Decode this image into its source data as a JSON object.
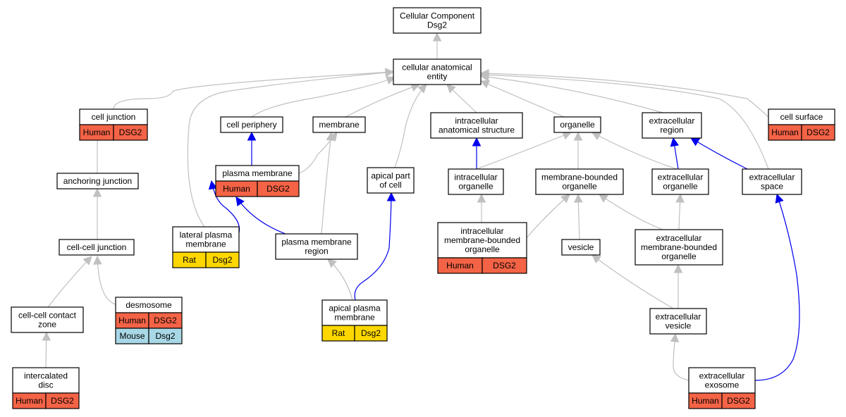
{
  "colors": {
    "gray_edge": "#c0c0c0",
    "blue_edge": "#0000ee",
    "human": "#f46346",
    "rat": "#ffd700",
    "mouse": "#a8d8e6"
  },
  "nodes": {
    "root": {
      "lines": [
        "Cellular Component",
        "Dsg2"
      ]
    },
    "cae": {
      "lines": [
        "cellular anatomical",
        "entity"
      ]
    },
    "cell_junction": {
      "lines": [
        "cell junction"
      ],
      "rows": [
        [
          "Human",
          "DSG2"
        ]
      ]
    },
    "cell_periphery": {
      "lines": [
        "cell periphery"
      ]
    },
    "membrane": {
      "lines": [
        "membrane"
      ]
    },
    "ias": {
      "lines": [
        "intracellular",
        "anatomical structure"
      ]
    },
    "organelle": {
      "lines": [
        "organelle"
      ]
    },
    "ec_region": {
      "lines": [
        "extracellular",
        "region"
      ]
    },
    "cell_surface": {
      "lines": [
        "cell surface"
      ],
      "rows": [
        [
          "Human",
          "DSG2"
        ]
      ]
    },
    "anchoring": {
      "lines": [
        "anchoring junction"
      ]
    },
    "plasma_membrane": {
      "lines": [
        "plasma membrane"
      ],
      "rows": [
        [
          "Human",
          "DSG2"
        ]
      ]
    },
    "apical_part": {
      "lines": [
        "apical part",
        "of cell"
      ]
    },
    "ic_organelle": {
      "lines": [
        "intracellular",
        "organelle"
      ]
    },
    "mb_organelle": {
      "lines": [
        "membrane-bounded",
        "organelle"
      ]
    },
    "ec_organelle": {
      "lines": [
        "extracellular",
        "organelle"
      ]
    },
    "ec_space": {
      "lines": [
        "extracellular",
        "space"
      ]
    },
    "lateral_pm": {
      "lines": [
        "lateral plasma",
        "membrane"
      ],
      "rows": [
        [
          "Rat",
          "Dsg2"
        ]
      ]
    },
    "pm_region": {
      "lines": [
        "plasma membrane",
        "region"
      ]
    },
    "ic_mb_organelle": {
      "lines": [
        "intracellular",
        "membrane-bounded",
        "organelle"
      ],
      "rows": [
        [
          "Human",
          "DSG2"
        ]
      ]
    },
    "ec_mb_organelle": {
      "lines": [
        "extracellular",
        "membrane-bounded",
        "organelle"
      ]
    },
    "cc_junction": {
      "lines": [
        "cell-cell junction"
      ]
    },
    "vesicle": {
      "lines": [
        "vesicle"
      ]
    },
    "desmosome": {
      "lines": [
        "desmosome"
      ],
      "rows": [
        [
          "Human",
          "DSG2"
        ],
        [
          "Mouse",
          "Dsg2"
        ]
      ]
    },
    "ccc_zone": {
      "lines": [
        "cell-cell contact",
        "zone"
      ]
    },
    "apical_pm": {
      "lines": [
        "apical plasma",
        "membrane"
      ],
      "rows": [
        [
          "Rat",
          "Dsg2"
        ]
      ]
    },
    "ec_vesicle": {
      "lines": [
        "extracellular",
        "vesicle"
      ]
    },
    "intercalated": {
      "lines": [
        "intercalated",
        "disc"
      ],
      "rows": [
        [
          "Human",
          "DSG2"
        ]
      ]
    },
    "ec_exosome": {
      "lines": [
        "extracellular",
        "exosome"
      ],
      "rows": [
        [
          "Human",
          "DSG2"
        ]
      ]
    }
  }
}
